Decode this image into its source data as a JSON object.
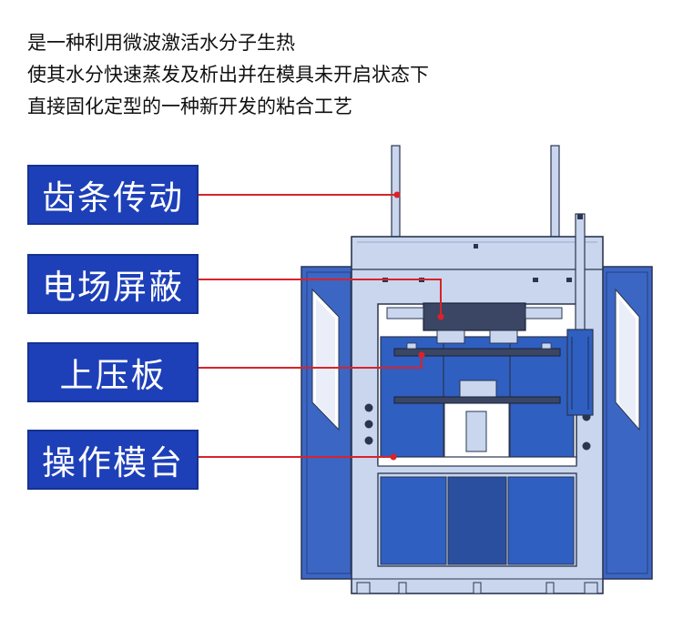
{
  "description_lines": [
    "是一种利用微波激活水分子生热",
    "使其水分快速蒸发及析出并在模具未开启状态下",
    "直接固化定型的一种新开发的粘合工艺"
  ],
  "callouts": [
    {
      "label": "齿条传动"
    },
    {
      "label": "电场屏蔽"
    },
    {
      "label": "上压板"
    },
    {
      "label": "操作模台"
    }
  ],
  "colors": {
    "label_bg": "#1d3fb8",
    "leader_line": "#d8232a",
    "machine_frame": "#c9d6ee",
    "machine_outline": "#2a3550",
    "panel_blue": "#2f5fc0",
    "cabinet_blue": "#3b66c4"
  }
}
